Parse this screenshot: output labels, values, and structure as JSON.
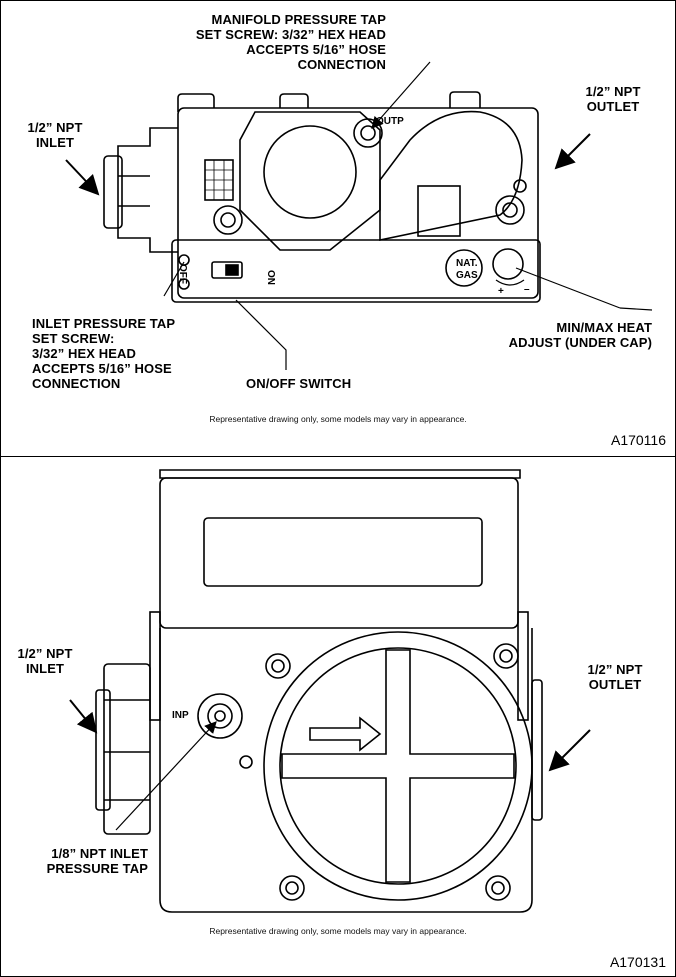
{
  "figure_top": {
    "callouts": {
      "manifold_tap": "MANIFOLD PRESSURE TAP\nSET SCREW: 3/32” HEX HEAD\nACCEPTS 5/16” HOSE\nCONNECTION",
      "inlet": "1/2” NPT\nINLET",
      "outlet": "1/2” NPT\nOUTLET",
      "inlet_tap": "INLET PRESSURE TAP\nSET SCREW:\n3/32” HEX HEAD\nACCEPTS 5/16” HOSE\nCONNECTION",
      "on_off_switch": "ON/OFF SWITCH",
      "min_max": "MIN/MAX HEAT\nADJUST (UNDER CAP)"
    },
    "device_labels": {
      "outlet_marking": "OUTP",
      "on_marking": "ON",
      "off_marking": "OFF",
      "gas_1": "NAT.",
      "gas_2": "GAS",
      "plus": "+",
      "minus": "–"
    },
    "caption": "Representative drawing only, some models may vary in appearance.",
    "figure_id": "A170116"
  },
  "figure_bottom": {
    "callouts": {
      "inlet": "1/2” NPT\nINLET",
      "outlet": "1/2” NPT\nOUTLET",
      "inlet_tap": "1/8” NPT INLET\nPRESSURE TAP"
    },
    "device_labels": {
      "inp_marking": "INP"
    },
    "caption": "Representative drawing only, some models may vary in appearance.",
    "figure_id": "A170131"
  }
}
